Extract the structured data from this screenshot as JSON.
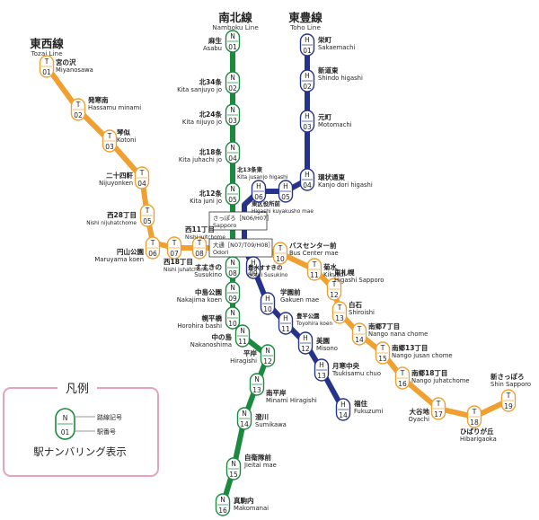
{
  "lines": {
    "tozai": {
      "name_ja": "東西線",
      "name_en": "Tozai Line",
      "color": "#f0a030"
    },
    "namboku": {
      "name_ja": "南北線",
      "name_en": "Namboku Line",
      "color": "#1b8a3e"
    },
    "toho": {
      "name_ja": "東豊線",
      "name_en": "Toho Line",
      "color": "#26338a"
    }
  },
  "transfer_boxes": [
    {
      "id": "sapporo",
      "line1": "さっぽろ［N06/H07］",
      "line2": "Sapporo"
    },
    {
      "id": "odori",
      "line1": "大通［N07/T09/H08］",
      "line2": "Odori"
    }
  ],
  "legend": {
    "title": "凡例",
    "marker_letter": "N",
    "marker_number": "01",
    "route_code_label": "路線記号",
    "station_number_label": "駅番号",
    "caption": "駅ナンバリング表示"
  },
  "stations": [
    {
      "id": "T01",
      "letter": "T",
      "num": "01",
      "ja": "宮の沢",
      "en": "Miyanosawa",
      "line": "tozai"
    },
    {
      "id": "T02",
      "letter": "T",
      "num": "02",
      "ja": "発寒南",
      "en": "Hassamu minami",
      "line": "tozai"
    },
    {
      "id": "T03",
      "letter": "T",
      "num": "03",
      "ja": "琴似",
      "en": "Kotoni",
      "line": "tozai"
    },
    {
      "id": "T04",
      "letter": "T",
      "num": "04",
      "ja": "二十四軒",
      "en": "Nijuyonken",
      "line": "tozai"
    },
    {
      "id": "T05",
      "letter": "T",
      "num": "05",
      "ja": "西28丁目",
      "en": "Nishi nijuhatchome",
      "line": "tozai"
    },
    {
      "id": "T06",
      "letter": "T",
      "num": "06",
      "ja": "円山公園",
      "en": "Maruyama koen",
      "line": "tozai"
    },
    {
      "id": "T07",
      "letter": "T",
      "num": "07",
      "ja": "西18丁目",
      "en": "Nishi juhatchome",
      "line": "tozai"
    },
    {
      "id": "T08",
      "letter": "T",
      "num": "08",
      "ja": "西11丁目",
      "en": "Nishi juitchome",
      "line": "tozai"
    },
    {
      "id": "T10",
      "letter": "T",
      "num": "10",
      "ja": "バスセンター前",
      "en": "Bus Center mae",
      "line": "tozai"
    },
    {
      "id": "T11",
      "letter": "T",
      "num": "11",
      "ja": "菊水",
      "en": "Kikusui",
      "line": "tozai"
    },
    {
      "id": "T12",
      "letter": "T",
      "num": "12",
      "ja": "東札幌",
      "en": "Higashi Sapporo",
      "line": "tozai"
    },
    {
      "id": "T13",
      "letter": "T",
      "num": "13",
      "ja": "白石",
      "en": "Shiroishi",
      "line": "tozai"
    },
    {
      "id": "T14",
      "letter": "T",
      "num": "14",
      "ja": "南郷7丁目",
      "en": "Nango nana chome",
      "line": "tozai"
    },
    {
      "id": "T15",
      "letter": "T",
      "num": "15",
      "ja": "南郷13丁目",
      "en": "Nango jusan chome",
      "line": "tozai"
    },
    {
      "id": "T16",
      "letter": "T",
      "num": "16",
      "ja": "南郷18丁目",
      "en": "Nango juhatchome",
      "line": "tozai"
    },
    {
      "id": "T17",
      "letter": "T",
      "num": "17",
      "ja": "大谷地",
      "en": "Oyachi",
      "line": "tozai"
    },
    {
      "id": "T18",
      "letter": "T",
      "num": "18",
      "ja": "ひばりが丘",
      "en": "Hibarigaoka",
      "line": "tozai"
    },
    {
      "id": "T19",
      "letter": "T",
      "num": "19",
      "ja": "新さっぽろ",
      "en": "Shin Sapporo",
      "line": "tozai"
    },
    {
      "id": "N01",
      "letter": "N",
      "num": "01",
      "ja": "麻生",
      "en": "Asabu",
      "line": "namboku"
    },
    {
      "id": "N02",
      "letter": "N",
      "num": "02",
      "ja": "北34条",
      "en": "Kita sanjuyo jo",
      "line": "namboku"
    },
    {
      "id": "N03",
      "letter": "N",
      "num": "03",
      "ja": "北24条",
      "en": "Kita nijuyo jo",
      "line": "namboku"
    },
    {
      "id": "N04",
      "letter": "N",
      "num": "04",
      "ja": "北18条",
      "en": "Kita juhachi jo",
      "line": "namboku"
    },
    {
      "id": "N05",
      "letter": "N",
      "num": "05",
      "ja": "北12条",
      "en": "Kita juni jo",
      "line": "namboku"
    },
    {
      "id": "N08",
      "letter": "N",
      "num": "08",
      "ja": "すすきの",
      "en": "Susukino",
      "line": "namboku"
    },
    {
      "id": "N09",
      "letter": "N",
      "num": "09",
      "ja": "中島公園",
      "en": "Nakajima koen",
      "line": "namboku"
    },
    {
      "id": "N10",
      "letter": "N",
      "num": "10",
      "ja": "幌平橋",
      "en": "Horohira bashi",
      "line": "namboku"
    },
    {
      "id": "N11",
      "letter": "N",
      "num": "11",
      "ja": "中の島",
      "en": "Nakanoshima",
      "line": "namboku"
    },
    {
      "id": "N12",
      "letter": "N",
      "num": "12",
      "ja": "平岸",
      "en": "Hiragishi",
      "line": "namboku"
    },
    {
      "id": "N13",
      "letter": "N",
      "num": "13",
      "ja": "南平岸",
      "en": "Minami Hiragishi",
      "line": "namboku"
    },
    {
      "id": "N14",
      "letter": "N",
      "num": "14",
      "ja": "澄川",
      "en": "Sumikawa",
      "line": "namboku"
    },
    {
      "id": "N15",
      "letter": "N",
      "num": "15",
      "ja": "自衛隊前",
      "en": "Jieitai mae",
      "line": "namboku"
    },
    {
      "id": "N16",
      "letter": "N",
      "num": "16",
      "ja": "真駒内",
      "en": "Makomanai",
      "line": "namboku"
    },
    {
      "id": "H01",
      "letter": "H",
      "num": "01",
      "ja": "栄町",
      "en": "Sakaemachi",
      "line": "toho"
    },
    {
      "id": "H02",
      "letter": "H",
      "num": "02",
      "ja": "新道東",
      "en": "Shindo higashi",
      "line": "toho"
    },
    {
      "id": "H03",
      "letter": "H",
      "num": "03",
      "ja": "元町",
      "en": "Motomachi",
      "line": "toho"
    },
    {
      "id": "H04",
      "letter": "H",
      "num": "04",
      "ja": "環状通東",
      "en": "Kanjo dori higashi",
      "line": "toho"
    },
    {
      "id": "H05",
      "letter": "H",
      "num": "05",
      "ja": "東区役所前",
      "en": "Higashi kuyakusho mae",
      "line": "toho"
    },
    {
      "id": "H06",
      "letter": "H",
      "num": "06",
      "ja": "北13条東",
      "en": "Kita jusanjo higashi",
      "line": "toho"
    },
    {
      "id": "H09",
      "letter": "H",
      "num": "09",
      "ja": "豊水すすきの",
      "en": "Hosui Susukino",
      "line": "toho"
    },
    {
      "id": "H10",
      "letter": "H",
      "num": "10",
      "ja": "学園前",
      "en": "Gakuen mae",
      "line": "toho"
    },
    {
      "id": "H11",
      "letter": "H",
      "num": "11",
      "ja": "豊平公園",
      "en": "Toyohira koen",
      "line": "toho"
    },
    {
      "id": "H12",
      "letter": "H",
      "num": "12",
      "ja": "美園",
      "en": "Misono",
      "line": "toho"
    },
    {
      "id": "H13",
      "letter": "H",
      "num": "13",
      "ja": "月寒中央",
      "en": "Tsukisamu chuo",
      "line": "toho"
    },
    {
      "id": "H14",
      "letter": "H",
      "num": "14",
      "ja": "福住",
      "en": "Fukuzumi",
      "line": "toho"
    }
  ]
}
